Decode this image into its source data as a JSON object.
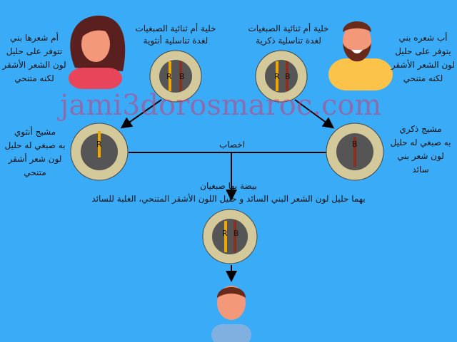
{
  "mother_label": [
    "أم شعرها بني",
    "تتوفر على حليل",
    "لون الشعر الأشقر",
    "لكنه متنحي"
  ],
  "father_label": [
    "أب شعره بني",
    "يتوفر على حليل",
    "لون الشعر الأشقر",
    "لكنه متنحي"
  ],
  "female_cell_label": [
    "خلية أم ثنائية الصبغيات",
    "لغدة تناسلية أنثوية"
  ],
  "male_cell_label": [
    "خلية أم ثنائية الصبغيات",
    "لغدة تناسلية ذكرية"
  ],
  "female_gamete_label": [
    "مشيج أنثوي",
    "به صبغي له حليل",
    "لون شعر أشقر",
    "متنحي"
  ],
  "male_gamete_label": [
    "مشيج ذكري",
    "به صبغي له حليل",
    "لون شعر بني",
    "سائد"
  ],
  "fertilization_label": "اخصاب",
  "zygote_label": [
    "بيضة بها صبغيان",
    "بهما حليل لون الشعر البني السائد و حليل اللون الأشقر المتنحي، الغلبة للسائد"
  ],
  "allele_recessive": "R",
  "allele_dominant": "B",
  "watermark": "jami3dorosmaroc.com",
  "colors": {
    "background": "#3aacf7",
    "cell_outer": "#d4c99a",
    "nucleus": "#555555",
    "recessive": "#f0a800",
    "dominant": "#8a3020"
  }
}
